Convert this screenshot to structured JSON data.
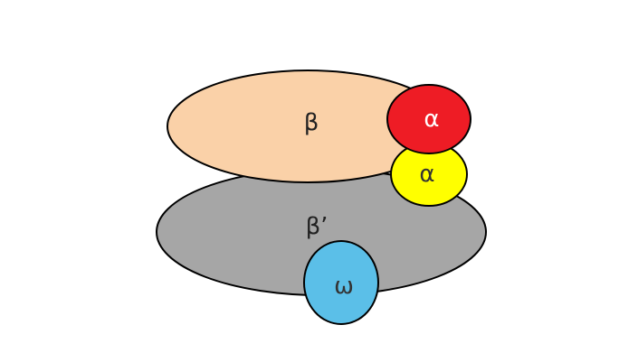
{
  "subunits": {
    "beta_prime": {
      "label": "β’",
      "color": "#a6a6a6"
    },
    "beta": {
      "label": "β",
      "color": "#fad1a8"
    },
    "alpha_bottom": {
      "label": "α",
      "color": "#ffff00"
    },
    "alpha_top": {
      "label": "α",
      "color": "#ee1c25"
    },
    "omega": {
      "label": "ω",
      "color": "#5bbfe8"
    }
  }
}
